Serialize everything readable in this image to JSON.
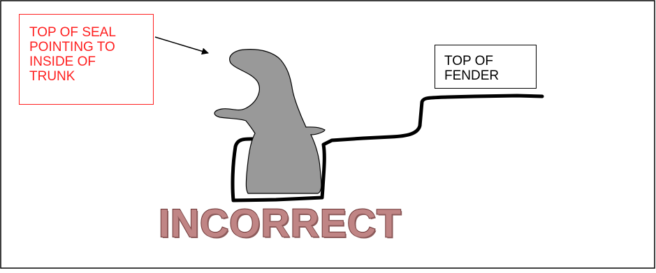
{
  "callouts": {
    "seal_direction": "TOP OF SEAL\nPOINTING TO\nINSIDE OF\nTRUNK",
    "fender": "TOP OF\nFENDER"
  },
  "verdict": {
    "text": "INCORRECT"
  },
  "colors": {
    "seal_fill": "#999999",
    "seal_outline": "#000000",
    "channel_stroke": "#000000",
    "warning_text": "#ff1f1f",
    "verdict_fill": "#c08585",
    "verdict_outline": "#6b3434",
    "frame_border": "#000000"
  }
}
